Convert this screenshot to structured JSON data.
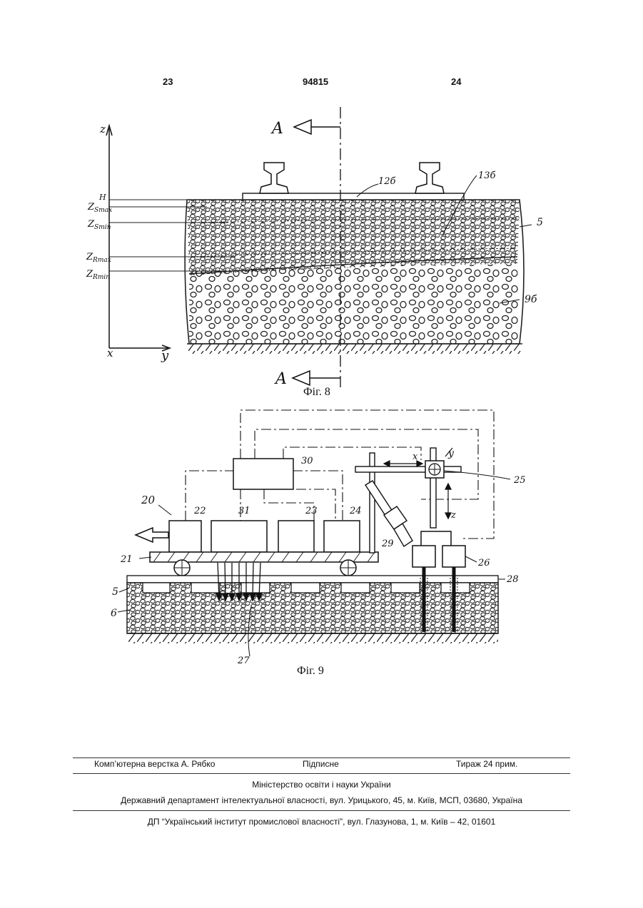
{
  "header": {
    "page_left": "23",
    "patent_number": "94815",
    "page_right": "24"
  },
  "fig8": {
    "caption": "Фіг. 8",
    "section_mark_top": "A",
    "section_mark_bottom": "A",
    "axis_z": "z",
    "axis_x": "x",
    "axis_y": "y",
    "level_h": "H",
    "level_zsmax_main": "Z",
    "level_zsmax_sub": "Smax",
    "level_zsmin_main": "Z",
    "level_zsmin_sub": "Smin",
    "level_zrmax_main": "Z",
    "level_zrmax_sub": "Rmax",
    "level_zrmin_main": "Z",
    "level_zrmin_sub": "Rmin",
    "ref_12b": "12б",
    "ref_13b": "13б",
    "ref_5": "5",
    "ref_9b": "9б"
  },
  "fig9": {
    "caption": "Фіг. 9",
    "ref_20": "20",
    "ref_21": "21",
    "ref_22": "22",
    "ref_23": "23",
    "ref_24": "24",
    "ref_25": "25",
    "ref_26": "26",
    "ref_27": "27",
    "ref_28": "28",
    "ref_29": "29",
    "ref_30": "30",
    "ref_31": "31",
    "ref_5": "5",
    "ref_6": "6",
    "label_x": "x",
    "label_y": "y",
    "label_z": "z"
  },
  "footer": {
    "layout": "Комп’ютерна верстка А. Рябко",
    "signed": "Підписне",
    "circulation": "Тираж 24 прим.",
    "ministry": "Міністерство освіти і науки України",
    "department": "Державний департамент інтелектуальної власності, вул. Урицького, 45, м. Київ, МСП, 03680, Україна",
    "institute": "ДП “Український інститут промислової власності”, вул. Глазунова, 1, м. Київ – 42, 01601"
  }
}
